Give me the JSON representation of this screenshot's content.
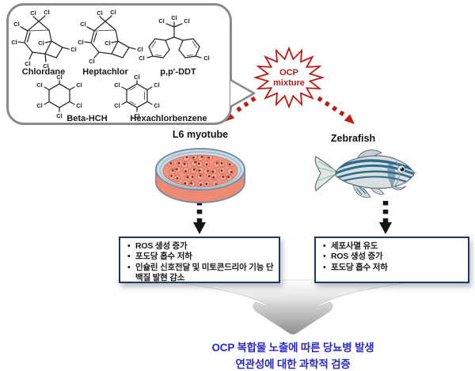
{
  "molecules": {
    "atom_label": "Cl",
    "items": [
      {
        "name": "Chlordane"
      },
      {
        "name": "Heptachlor"
      },
      {
        "name": "p,p'-DDT"
      },
      {
        "name": "Beta-HCH"
      },
      {
        "name": "Hexachlorbenzene"
      }
    ]
  },
  "starburst": {
    "line1": "OCP",
    "line2": "mixture",
    "color": "#c01b10"
  },
  "branches": [
    {
      "label": "L6 myotube",
      "image": "petri-dish"
    },
    {
      "label": "Zebrafish",
      "image": "zebrafish"
    }
  ],
  "results": [
    {
      "items": [
        "ROS 생성 증가",
        "포도당 흡수 저하",
        "인슐린 신호전달 및 미토콘드리아 기능 단백질 발현 감소"
      ]
    },
    {
      "items": [
        "세포사멸 유도",
        "ROS 생성 증가",
        "포도당 흡수 저하"
      ]
    }
  ],
  "conclusion": {
    "line1": "OCP 복합물 노출에 따른 당뇨병 발생",
    "line2": "연관성에 대한 과학적 검증",
    "color": "#2828cc"
  }
}
